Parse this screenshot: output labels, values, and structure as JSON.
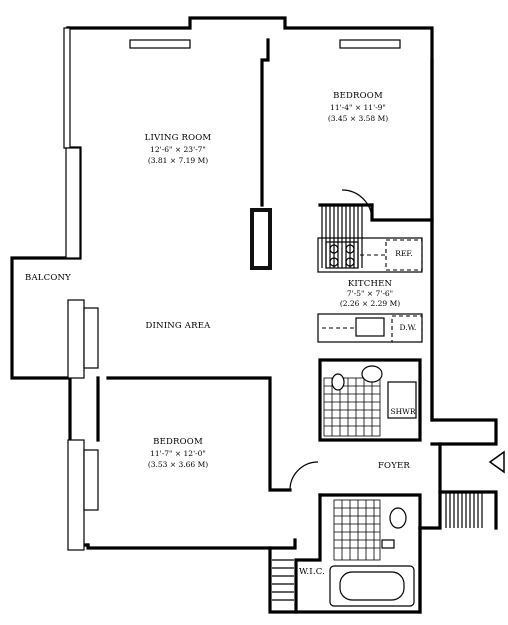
{
  "rooms": {
    "bedroom1": {
      "name": "BEDROOM",
      "dim_imperial": "11'-4\" × 11'-9\"",
      "dim_metric": "(3.45 × 3.58 M)"
    },
    "living": {
      "name": "LIVING ROOM",
      "dim_imperial": "12'-6\" × 23'-7\"",
      "dim_metric": "(3.81 × 7.19 M)"
    },
    "kitchen": {
      "name": "KITCHEN",
      "dim_imperial": "7'-5\" × 7'-6\"",
      "dim_metric": "(2.26 × 2.29 M)"
    },
    "bedroom2": {
      "name": "BEDROOM",
      "dim_imperial": "11'-7\" × 12'-0\"",
      "dim_metric": "(3.53 × 3.66 M)"
    },
    "balcony": {
      "name": "BALCONY"
    },
    "dining": {
      "name": "DINING AREA"
    },
    "foyer": {
      "name": "FOYER"
    },
    "wic": {
      "name": "W.I.C."
    }
  },
  "fixtures": {
    "refrigerator": "REF.",
    "dishwasher": "D.W.",
    "shower": "SHWR"
  }
}
